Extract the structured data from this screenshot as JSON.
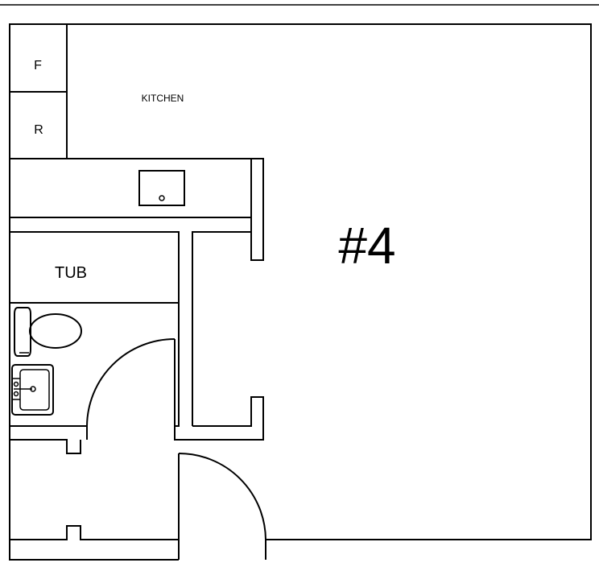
{
  "plan": {
    "unit_label": "#4",
    "rooms": {
      "kitchen": "KITCHEN",
      "tub": "TUB"
    },
    "appliances": {
      "freezer": "F",
      "refrigerator": "R"
    }
  }
}
